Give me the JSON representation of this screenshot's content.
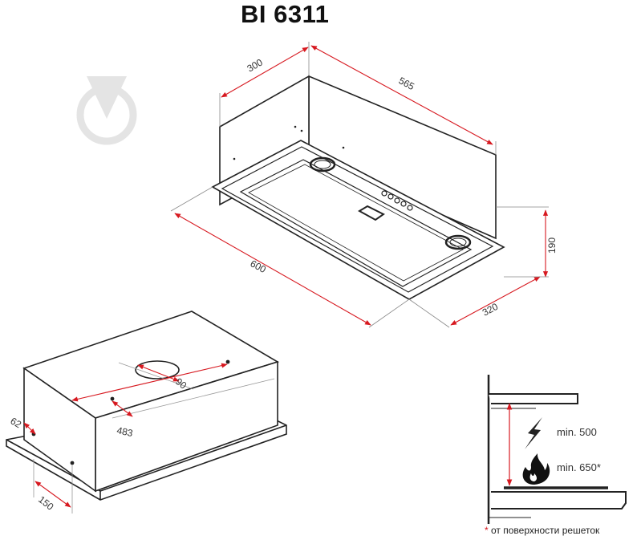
{
  "title": "BI 6311",
  "colors": {
    "dimension_line": "#d71920",
    "outline": "#222222",
    "watermark": "#e4e4e4"
  },
  "top_view": {
    "dim_depth_top": "300",
    "dim_width_back": "565",
    "dim_height": "190",
    "dim_width_front": "600",
    "dim_depth_bottom": "320"
  },
  "bottom_view": {
    "dim_duct_diameter": "90",
    "dim_holes_span": "483",
    "dim_flange": "62",
    "dim_side": "150"
  },
  "install": {
    "min_electric": "min. 500",
    "min_gas": "min. 650*",
    "icon_electric": "lightning-icon",
    "icon_gas": "flame-icon"
  },
  "footnote": {
    "star": "*",
    "text": "от поверхности решеток"
  }
}
